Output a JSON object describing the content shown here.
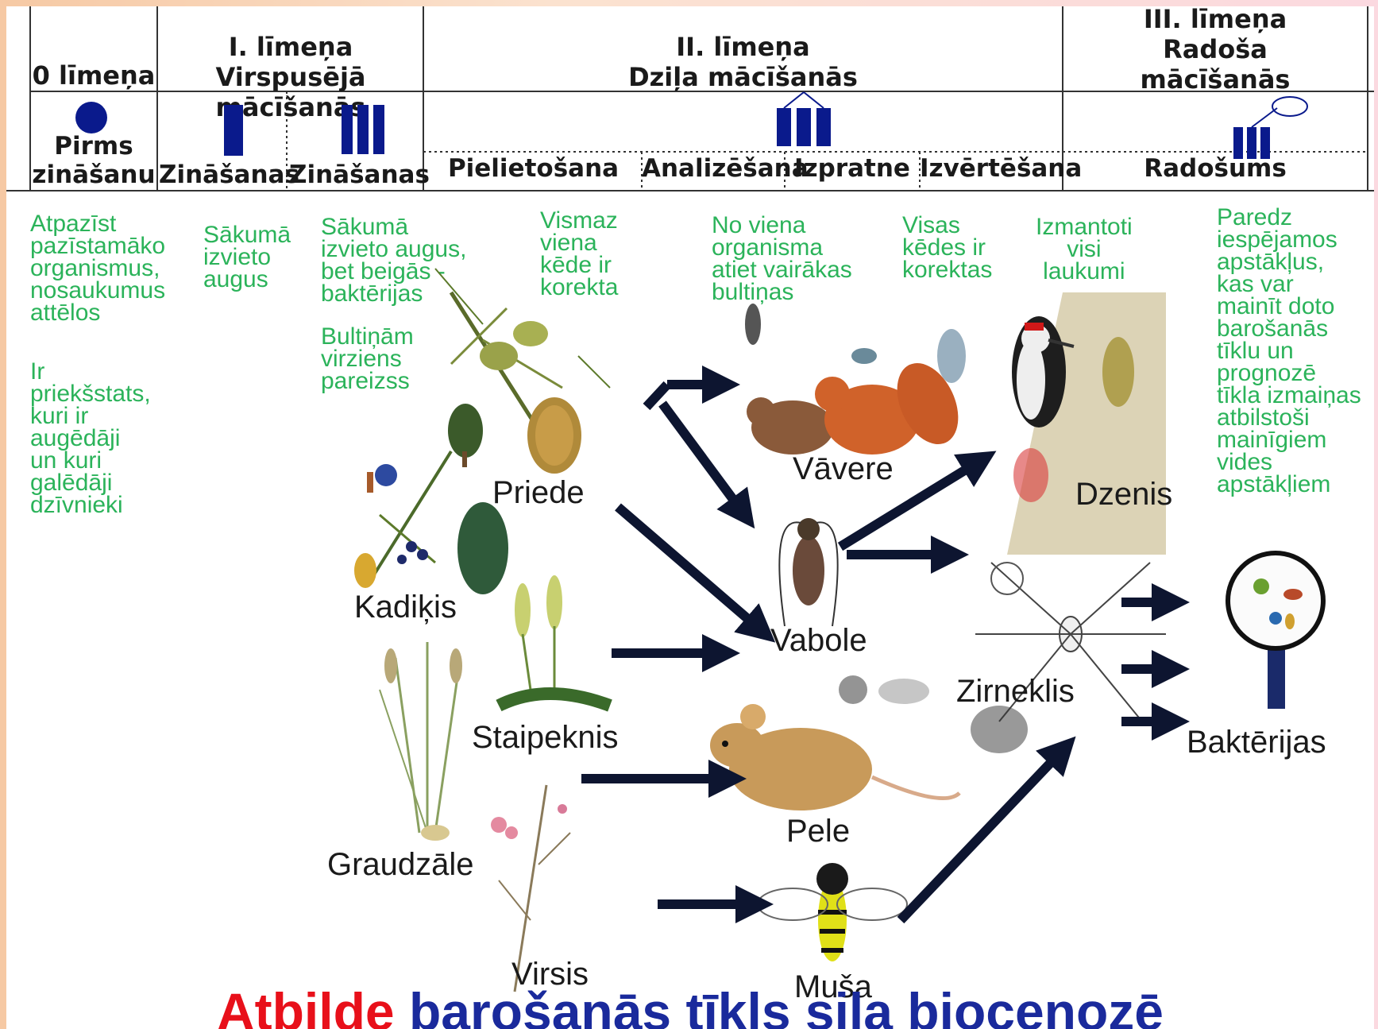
{
  "header": {
    "levels": [
      {
        "id": "level0",
        "lines": [
          "0 līmeņa"
        ]
      },
      {
        "id": "level1",
        "lines": [
          "I. līmeņa",
          "Virspusējā mācīšanās"
        ]
      },
      {
        "id": "level2",
        "lines": [
          "II. līmeņa",
          "Dziļa mācīšanās"
        ]
      },
      {
        "id": "level3",
        "lines": [
          "III. līmeņa",
          "Radoša",
          "mācīšanās"
        ]
      }
    ],
    "cells": [
      {
        "id": "pirms",
        "lines": [
          "Pirms",
          "zināšanu"
        ]
      },
      {
        "id": "zin1",
        "lines": [
          "Zināšanas"
        ]
      },
      {
        "id": "zin2",
        "lines": [
          "Zināšanas"
        ]
      },
      {
        "id": "pielietosana",
        "lines": [
          "Pielietošana"
        ]
      },
      {
        "id": "analizesana",
        "lines": [
          "Analizēšana"
        ]
      },
      {
        "id": "izpratne",
        "lines": [
          "Izpratne"
        ]
      },
      {
        "id": "izvertesana",
        "lines": [
          "Izvērtēšana"
        ]
      },
      {
        "id": "radosums",
        "lines": [
          "Radošums"
        ]
      }
    ],
    "icon_color": "#0a1a8c"
  },
  "criteria": [
    {
      "id": "c1",
      "text": "Atpazīst\npazīstamāko\norganismus,\nnosaukumus\nattēlos"
    },
    {
      "id": "c2",
      "text": "Ir\npriekšstats,\nkuri ir\naugēdāji\nun kuri\ngalēdāji\ndzīvnieki"
    },
    {
      "id": "c3",
      "text": "Sākumā\nizvieto\naugus"
    },
    {
      "id": "c4",
      "text": "Sākumā\nizvieto augus,\nbet beigās -\nbaktērijas"
    },
    {
      "id": "c5",
      "text": "Bultiņām\nvirziens\npareizss"
    },
    {
      "id": "c6",
      "text": "Vismaz\nviena\nkēde ir\nkorekta"
    },
    {
      "id": "c7",
      "text": "No viena\norganisma\natiet vairākas\nbultiņas"
    },
    {
      "id": "c8",
      "text": "Visas\nkēdes ir\nkorektas"
    },
    {
      "id": "c9",
      "text": "Izmantoti\nvisi\nlaukumi"
    },
    {
      "id": "c10",
      "text": "Paredz\niespējamos\napstākļus,\nkas var\nmainīt doto\nbarošanās\ntīklu un\nprognozē\ntīkla izmaiņas\natbilstoši\nmainīgiem\nvides\napstākļiem"
    }
  ],
  "organisms": {
    "priede": "Priede",
    "vavere": "Vāvere",
    "dzenis": "Dzenis",
    "kadikis": "Kadiķis",
    "vabole": "Vabole",
    "staipeknis": "Staipeknis",
    "zirneklis": "Zirneklis",
    "bakterijas": "Baktērijas",
    "pele": "Pele",
    "graudzale": "Graudzāle",
    "virsis": "Virsis",
    "musa": "Muša"
  },
  "title": {
    "part1": "Atbilde",
    "part1_color": "#e8101a",
    "part2": "barošanās tīkls sila biocenozē",
    "part2_color": "#1a2a9c"
  },
  "colors": {
    "green_text": "#2bb35a",
    "arrow": "#0d1530"
  }
}
